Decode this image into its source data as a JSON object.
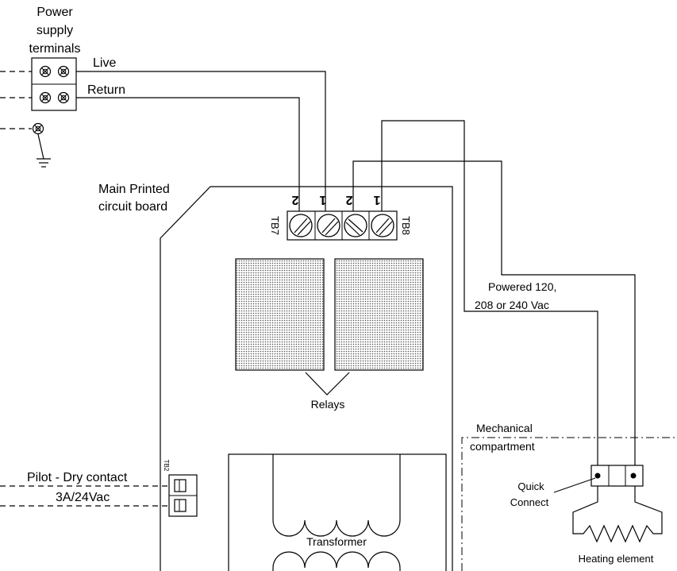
{
  "labels": {
    "power_supply_line1": "Power",
    "power_supply_line2": "supply",
    "power_supply_line3": "terminals",
    "live": "Live",
    "return": "Return",
    "main_pcb_line1": "Main Printed",
    "main_pcb_line2": "circuit board",
    "tb7": "TB7",
    "tb8": "TB8",
    "tb7_terminal_2": "2",
    "tb7_terminal_1": "1",
    "tb8_terminal_2": "2",
    "tb8_terminal_1": "1",
    "powered_line1": "Powered 120,",
    "powered_line2": "208 or 240 Vac",
    "relays": "Relays",
    "mechanical_line1": "Mechanical",
    "mechanical_line2": "compartment",
    "quick_connect_line1": "Quick",
    "quick_connect_line2": "Connect",
    "heating_element": "Heating element",
    "pilot_line1": "Pilot - Dry contact",
    "pilot_line2": "3A/24Vac",
    "tb2": "TB2",
    "transformer": "Transformer"
  },
  "colors": {
    "line": "#000000",
    "background": "#ffffff",
    "relay_fill": "#cfcfcf"
  },
  "icons": {
    "screw_terminal": "screw-terminal-icon",
    "ground": "ground-symbol-icon"
  }
}
